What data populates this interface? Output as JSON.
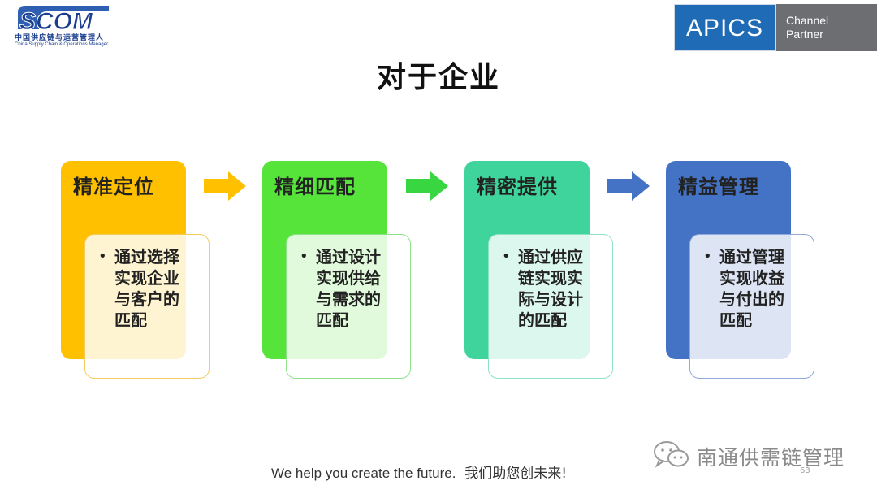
{
  "header": {
    "scom_logo": {
      "mark": "SCOM",
      "cn": "中国供应链与运营管理人",
      "en": "China Supply Chain & Operations Manager"
    },
    "apics_logo": {
      "word": "APICS",
      "line1": "Channel",
      "line2": "Partner"
    }
  },
  "title": "对于企业",
  "steps": [
    {
      "heading": "精准定位",
      "lines": [
        "通过选择",
        "实现企业",
        "与客户的",
        "匹配"
      ],
      "color": "#ffc000",
      "border": "#f2cc5c"
    },
    {
      "heading": "精细匹配",
      "lines": [
        "通过设计",
        "实现供给",
        "与需求的",
        "匹配"
      ],
      "color": "#56e33a",
      "border": "#8fe28a"
    },
    {
      "heading": "精密提供",
      "lines": [
        "通过供应",
        "链实现实",
        "际与设计",
        "的匹配"
      ],
      "color": "#3fd49b",
      "border": "#8ee3c3"
    },
    {
      "heading": "精益管理",
      "lines": [
        "通过管理",
        "实现收益",
        "与付出的",
        "匹配"
      ],
      "color": "#4472c4",
      "border": "#8fa9d8"
    }
  ],
  "arrows": [
    {
      "color": "#ffc000"
    },
    {
      "color": "#38d641"
    },
    {
      "color": "#4472c4"
    }
  ],
  "footer": {
    "slogan_en": "We help you create the future.",
    "slogan_cn": "我们助您创未来!",
    "page_number": "63"
  },
  "watermark": {
    "text": "南通供需链管理",
    "icon": "wechat-icon"
  },
  "bullet": "•"
}
